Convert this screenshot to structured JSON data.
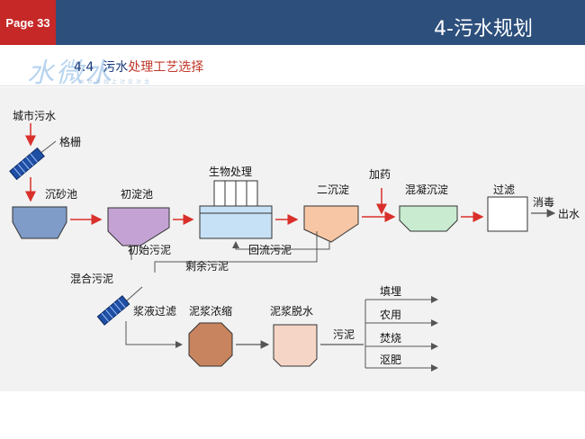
{
  "header": {
    "page_badge": "Page 33",
    "title": "4-污水规划",
    "section_number": "4.4",
    "section_title_plain": "污水",
    "section_title_highlight": "处理工艺选择"
  },
  "watermark": {
    "text": "水微水",
    "subtext": "水世界线上讨论沙龙"
  },
  "colors": {
    "header_bg": "#2d4f7c",
    "badge_bg": "#c62828",
    "arrow_red": "#d9302b",
    "line_gray": "#555555"
  },
  "diagram": {
    "labels": {
      "city_sewage": "城市污水",
      "screen": "格栅",
      "grit_chamber": "沉砂池",
      "primary_clarifier": "初淀池",
      "bio_treatment": "生物处理",
      "secondary_clarifier": "二沉淀",
      "dosing": "加药",
      "coag_sedimentation": "混凝沉淀",
      "filtration": "过滤",
      "disinfection": "消毒",
      "effluent": "出水",
      "primary_sludge": "初始污泥",
      "return_sludge": "回流污泥",
      "excess_sludge": "剩余污泥",
      "mixed_sludge": "混合污泥",
      "filtrate": "浆液过滤",
      "thickening": "泥浆浓缩",
      "dewatering": "泥浆脱水",
      "sludge": "污泥",
      "landfill": "填埋",
      "agriculture": "农用",
      "incineration": "焚烧",
      "compost": "沤肥"
    }
  }
}
